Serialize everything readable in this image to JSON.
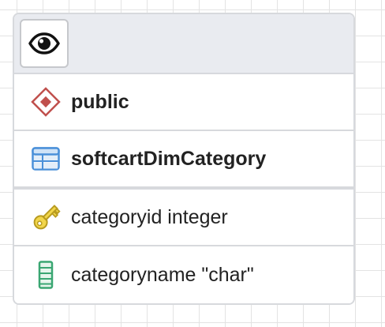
{
  "table_card": {
    "header": {
      "view_icon": "eye-icon"
    },
    "schema": {
      "icon": "schema-diamond-icon",
      "label": "public"
    },
    "table": {
      "icon": "table-grid-icon",
      "label": "softcartDimCategory"
    },
    "columns": [
      {
        "icon": "key-icon",
        "label": "categoryid integer"
      },
      {
        "icon": "column-icon",
        "label": "categoryname \"char\""
      }
    ]
  },
  "colors": {
    "header_bg": "#e9ebf0",
    "border": "#d7d9dd",
    "schema_icon": "#c0504d",
    "table_icon": "#4a90d9",
    "key_icon": "#e4c93a",
    "column_icon": "#3aa672"
  }
}
